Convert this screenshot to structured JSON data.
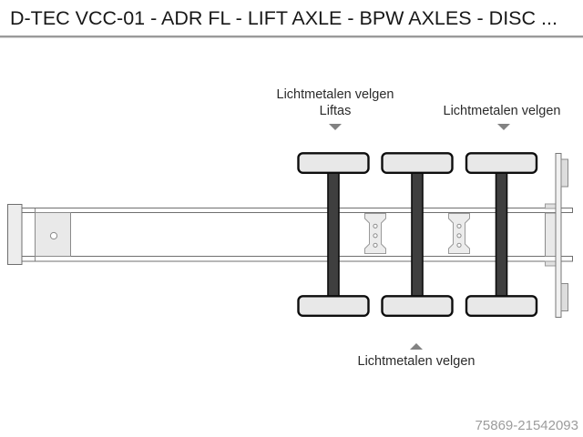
{
  "window": {
    "title": "D-TEC VCC-01 - ADR FL - LIFT AXLE - BPW AXLES - DISC ..."
  },
  "diagram": {
    "labels": {
      "lift_axle": {
        "line1": "Lichtmetalen velgen",
        "line2": "Liftas"
      },
      "rear_axle": {
        "line1": "Lichtmetalen velgen"
      },
      "bottom_axle": {
        "line1": "Lichtmetalen velgen"
      }
    },
    "colors": {
      "axle_bar": "#3f3f3f",
      "wheel_fill": "#e8e8e8",
      "chassis_outline": "#6f6f6f",
      "label_text": "#2b2b2b",
      "arrow": "#828282",
      "divider": "#9a9a9a",
      "watermark_text": "#9c9c9c"
    }
  },
  "watermark": "75869-21542093"
}
